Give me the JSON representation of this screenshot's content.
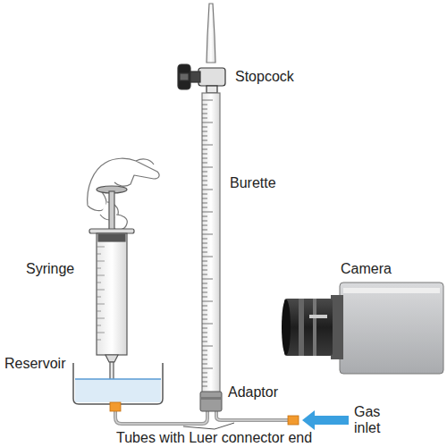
{
  "diagram": {
    "labels": [
      "Stopcock",
      "Burette",
      "Syringe",
      "Camera",
      "Reservoir",
      "Adaptor",
      "Gas inlet",
      "Tubes with Luer connector end"
    ]
  }
}
